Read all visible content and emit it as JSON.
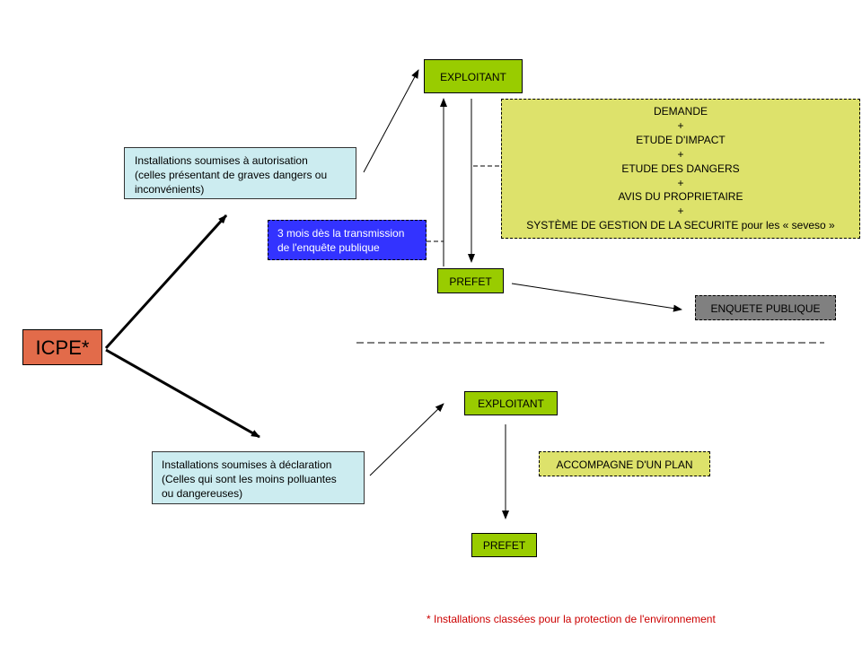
{
  "diagram": {
    "root": {
      "label": "ICPE*"
    },
    "branches": {
      "autorisation": {
        "label": "Installations soumises à autorisation\n(celles présentant de graves dangers ou\ninconvénients)",
        "exploitant": "EXPLOITANT",
        "prefet": "PREFET",
        "delay_note": "3 mois dès la transmission\nde l'enquête publique",
        "requirements": "DEMANDE\n+\nETUDE D'IMPACT\n+\nETUDE DES DANGERS\n+\nAVIS DU PROPRIETAIRE\n+\nSYSTÈME DE GESTION DE LA SECURITE pour les « seveso »",
        "enquete": "ENQUETE PUBLIQUE"
      },
      "declaration": {
        "label": "Installations soumises à déclaration\n(Celles qui sont les moins polluantes\nou dangereuses)",
        "exploitant": "EXPLOITANT",
        "plan": "ACCOMPAGNE D'UN PLAN",
        "prefet": "PREFET"
      }
    },
    "footnote": "* Installations classées pour la protection de l'environnement"
  },
  "colors": {
    "root": "#e26b4a",
    "category_box": "#ccecf0",
    "actor_box": "#99cc00",
    "requirements_box": "#dde26b",
    "delay_note_box": "#3333ff",
    "enquete_box": "#808080",
    "footnote_text": "#cc0000"
  }
}
